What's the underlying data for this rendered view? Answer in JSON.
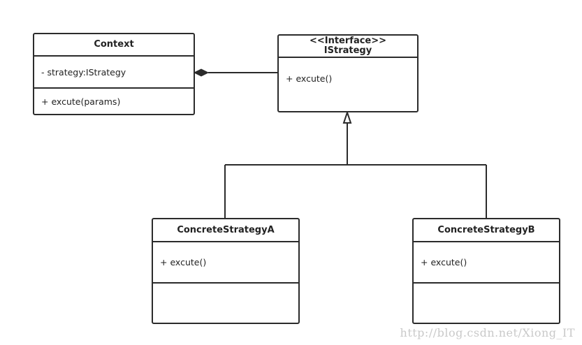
{
  "diagram": {
    "classes": {
      "context": {
        "name": "Context",
        "attribute": "- strategy:IStrategy",
        "operation": "+ excute(params)"
      },
      "istrategy": {
        "stereotype": "<<Interface>>",
        "name": "IStrategy",
        "operation": "+ excute()"
      },
      "concrete_a": {
        "name": "ConcreteStrategyA",
        "operation": "+ excute()"
      },
      "concrete_b": {
        "name": "ConcreteStrategyB",
        "operation": "+ excute()"
      }
    },
    "relations": {
      "composition": {
        "from": "context",
        "to": "istrategy",
        "kind": "composition"
      },
      "realization_a": {
        "from": "concrete_a",
        "to": "istrategy",
        "kind": "generalization"
      },
      "realization_b": {
        "from": "concrete_b",
        "to": "istrategy",
        "kind": "generalization"
      }
    },
    "line_color": "#2b2b2b"
  },
  "watermark": "http://blog.csdn.net/Xiong_IT"
}
